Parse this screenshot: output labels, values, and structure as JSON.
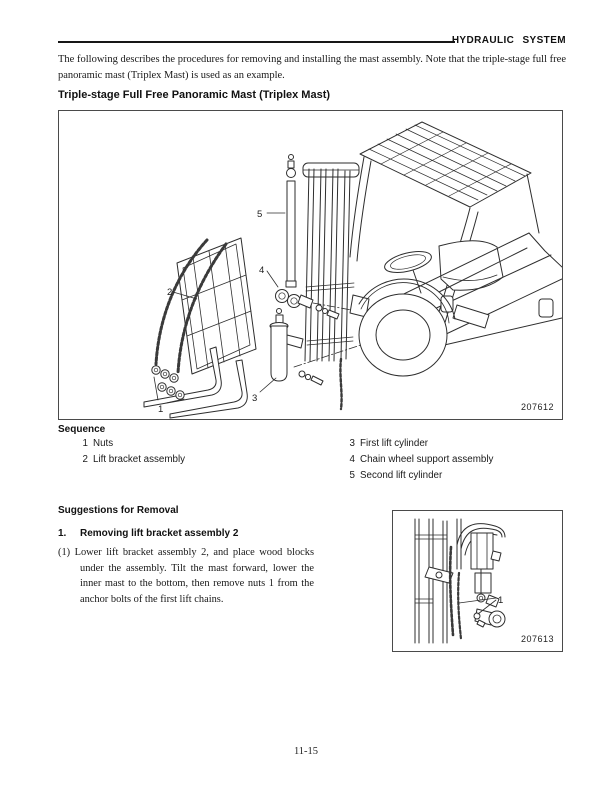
{
  "header": {
    "title": "HYDRAULIC SYSTEM"
  },
  "intro": "The following describes the procedures for removing and installing the mast assembly. Note that the triple-stage full free panoramic mast (Triplex Mast) is used as an example.",
  "section_heading": "Triple-stage Full Free Panoramic Mast (Triplex Mast)",
  "figure1": {
    "number": "207612",
    "callouts": {
      "c1": "1",
      "c2": "2",
      "c3": "3",
      "c4": "4",
      "c5": "5"
    }
  },
  "sequence": {
    "heading": "Sequence",
    "left_items": [
      {
        "num": "1",
        "label": "Nuts"
      },
      {
        "num": "2",
        "label": "Lift bracket assembly"
      }
    ],
    "right_items": [
      {
        "num": "3",
        "label": "First lift cylinder"
      },
      {
        "num": "4",
        "label": "Chain wheel support assembly"
      },
      {
        "num": "5",
        "label": "Second lift cylinder"
      }
    ]
  },
  "suggestions": {
    "heading": "Suggestions for Removal",
    "step_number": "1.",
    "step_title": "Removing lift bracket assembly 2",
    "paragraph": "(1) Lower lift bracket assembly 2, and place wood blocks under the assembly. Tilt the mast forward, lower the inner mast to the bottom, then remove nuts 1 from the anchor bolts of the first lift chains."
  },
  "figure2": {
    "number": "207613",
    "callouts": {
      "c1": "1"
    }
  },
  "page_number": "11-15",
  "colors": {
    "line": "#2e2e2e",
    "border": "#4a4a4a",
    "text": "#141414"
  }
}
